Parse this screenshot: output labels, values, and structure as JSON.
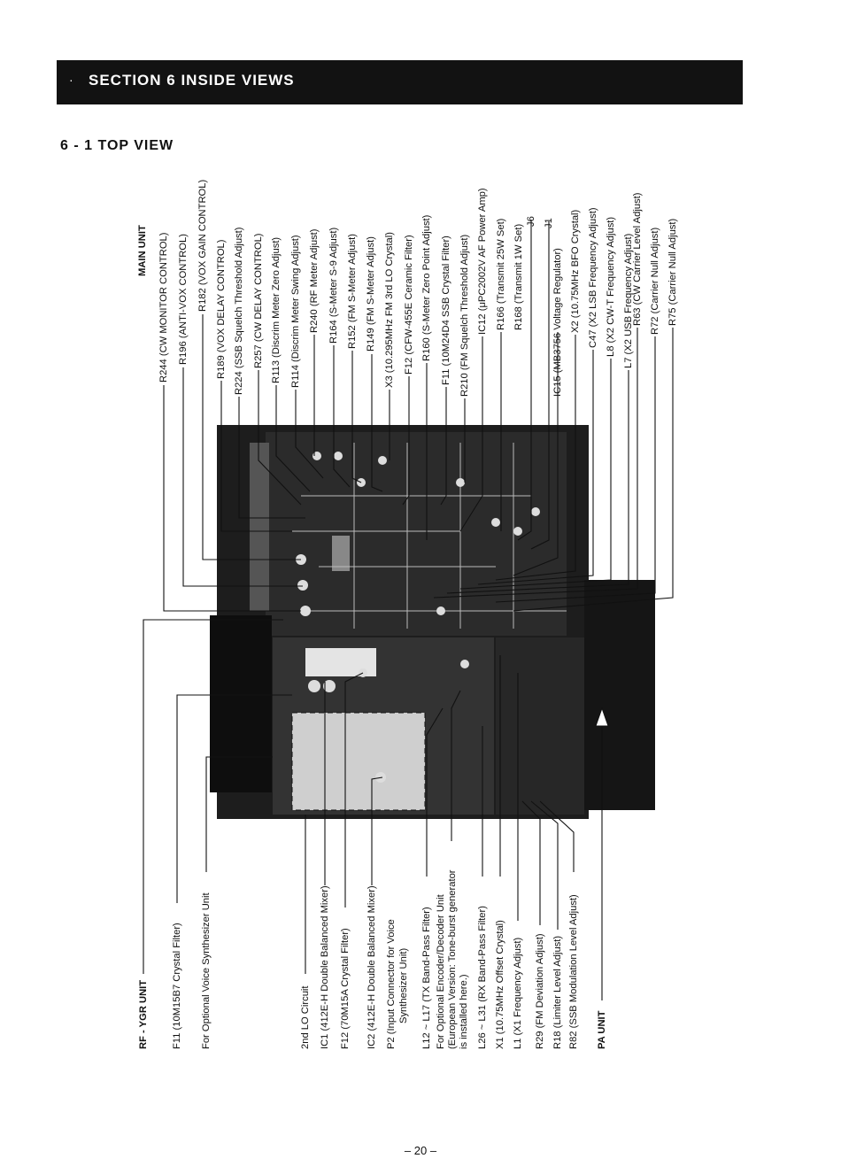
{
  "header": {
    "section_title": "SECTION 6 INSIDE VIEWS",
    "subsection_title": "6 - 1    TOP VIEW"
  },
  "top_labels": [
    "MAIN UNIT",
    "R244 (CW MONITOR CONTROL)",
    "R196 (ANTI-VOX CONTROL)",
    "R182 (VOX GAIN CONTROL)",
    "R189 (VOX DELAY CONTROL)",
    "R224 (SSB Squelch Threshold Adjust)",
    "R257 (CW DELAY CONTROL)",
    "R113 (Discrim Meter Zero Adjust)",
    "R114 (Discrim Meter Swing Adjust)",
    "R240 (RF Meter Adjust)",
    "R164 (S-Meter S-9 Adjust)",
    "R152 (FM S-Meter Adjust)",
    "R149 (FM S-Meter Adjust)",
    "X3 (10.295MHz FM 3rd LO Crystal)",
    "F12 (CFW-455E Ceramic Filter)",
    "R160 (S-Meter Zero Point Adjust)",
    "F11 (10M24D4 SSB Crystal Filter)",
    "R210 (FM Squelch Threshold Adjust)",
    "IC12 (μPC2002V AF Power Amp)",
    "R166 (Transmit 25W Set)",
    "R168 (Transmit 1W Set)",
    "J6",
    "J1",
    "IC15 (MB3756 Voltage Regulator)",
    "X2 (10.75MHz BFO Crystal)",
    "C47 (X2 LSB Frequency Adjust)",
    "L8 (X2 CW-T Frequency Adjust)",
    "L7 (X2 USB Frequency Adjust)",
    "R63 (CW Carrier Level Adjust)",
    "R72 (Carrier Null Adjust)",
    "R75 (Carrier Null Adjust)"
  ],
  "bottom_labels": [
    "RF - YGR  UNIT",
    "F11 (10M15B7 Crystal Filter)",
    "For Optional Voice Synthesizer Unit",
    "2nd LO Circuit",
    "IC1 (412E-H Double Balanced Mixer)",
    "F12 (70M15A Crystal Filter)",
    "IC2 (412E-H Double Balanced Mixer)",
    "P2 (Input Connector for Voice",
    "Synthesizer Unit)",
    "L12 ~ L17 (TX Band-Pass Filter)",
    "For Optional Encoder/Decoder Unit",
    "(European Version: Tone-burst generator",
    "is installed here.)",
    "L26 ~ L31 (RX Band-Pass Filter)",
    "X1 (10.75MHz Offset Crystal)",
    "L1 (X1 Frequency Adjust)",
    "R29 (FM Deviation Adjust)",
    "R18 (Limiter Level Adjust)",
    "R82 (SSB Modulation Level Adjust)",
    "PA  UNIT"
  ],
  "footer": {
    "page_number": "– 20 –"
  }
}
